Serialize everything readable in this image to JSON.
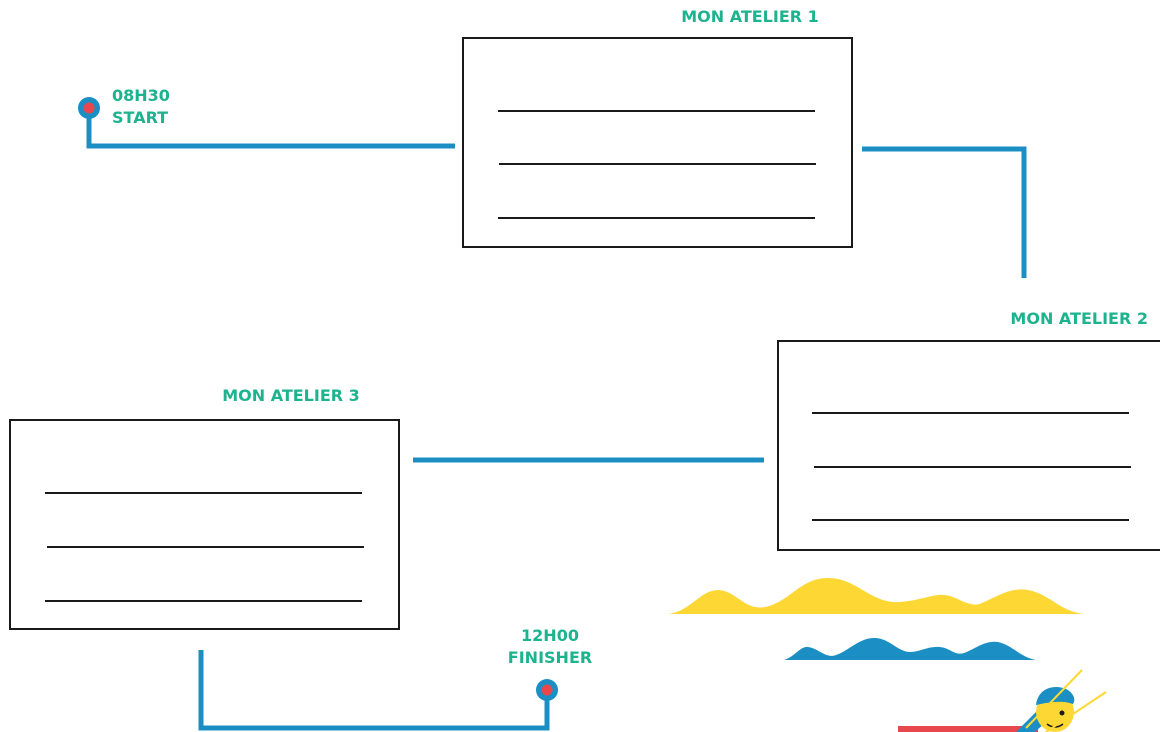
{
  "start": {
    "time": "08H30",
    "label": "START"
  },
  "finish": {
    "time": "12H00",
    "label": "FINISHER"
  },
  "workshops": [
    {
      "title": "MON ATELIER 1"
    },
    {
      "title": "MON ATELIER 2"
    },
    {
      "title": "MON ATELIER 3"
    }
  ],
  "colors": {
    "label_text": "#1db38f",
    "path_line": "#1b8fc3",
    "marker_fill": "#e8474c",
    "box_border": "#1a1a1a",
    "wave_yellow": "#fdd835",
    "wave_blue": "#1b8fc3",
    "accent_red": "#e8474c"
  },
  "icons": [
    "start-marker-icon",
    "finish-marker-icon",
    "swimmer-illustration-icon"
  ]
}
